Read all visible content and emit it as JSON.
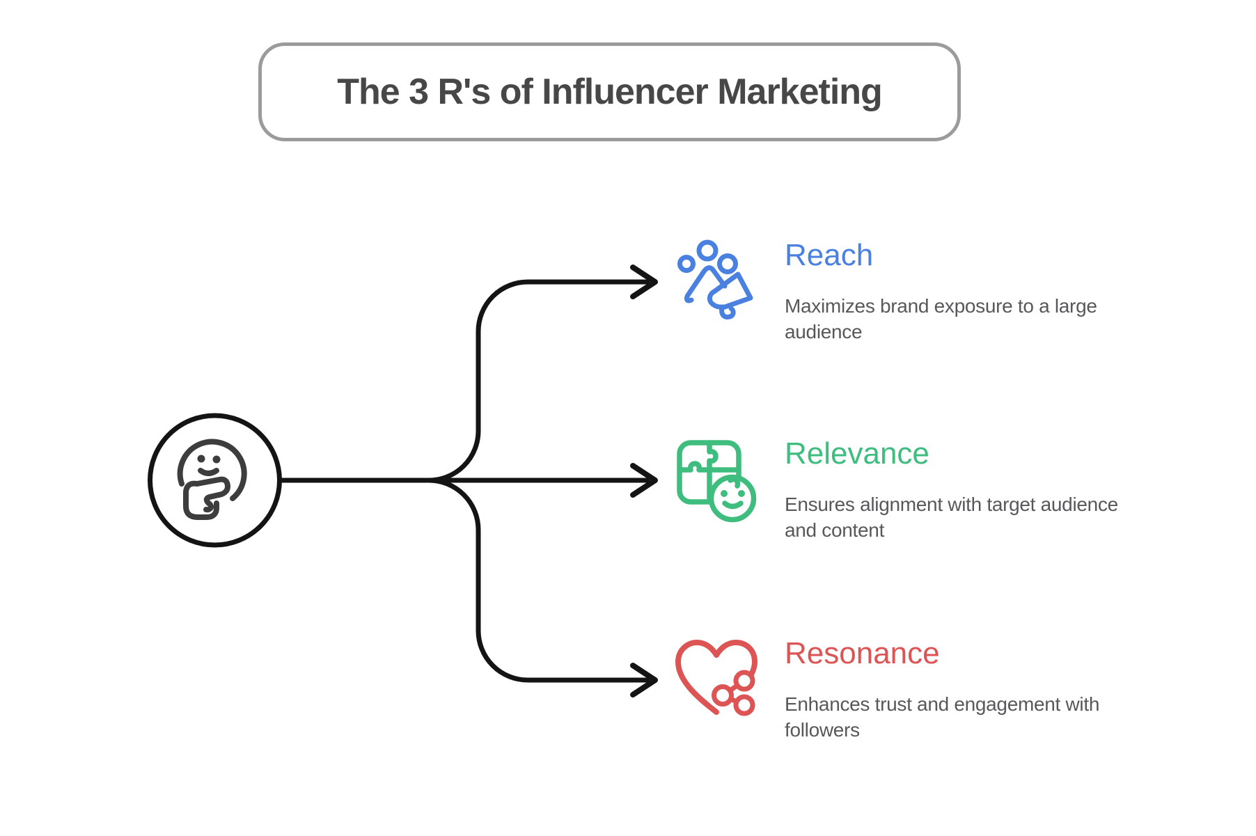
{
  "title": "The 3 R's of Influencer Marketing",
  "center_icon": "thinking-face-icon",
  "branches": [
    {
      "label": "Reach",
      "description": "Maximizes brand exposure to a large audience",
      "icon": "megaphone-audience-icon",
      "color": "#4a80e0"
    },
    {
      "label": "Relevance",
      "description": "Ensures alignment with target audience and content",
      "icon": "puzzle-smiley-icon",
      "color": "#3ebd7e"
    },
    {
      "label": "Resonance",
      "description": "Enhances trust and engagement with followers",
      "icon": "heart-share-icon",
      "color": "#dd5454"
    }
  ],
  "colors": {
    "background": "#ffffff",
    "line": "#141414",
    "title-text": "#474747",
    "title-border": "#9b9b9b",
    "description-text": "#58585a",
    "face": "#3d3d3d",
    "reach": "#4a80e0",
    "relevance": "#3ebd7e",
    "resonance": "#dd5454"
  }
}
